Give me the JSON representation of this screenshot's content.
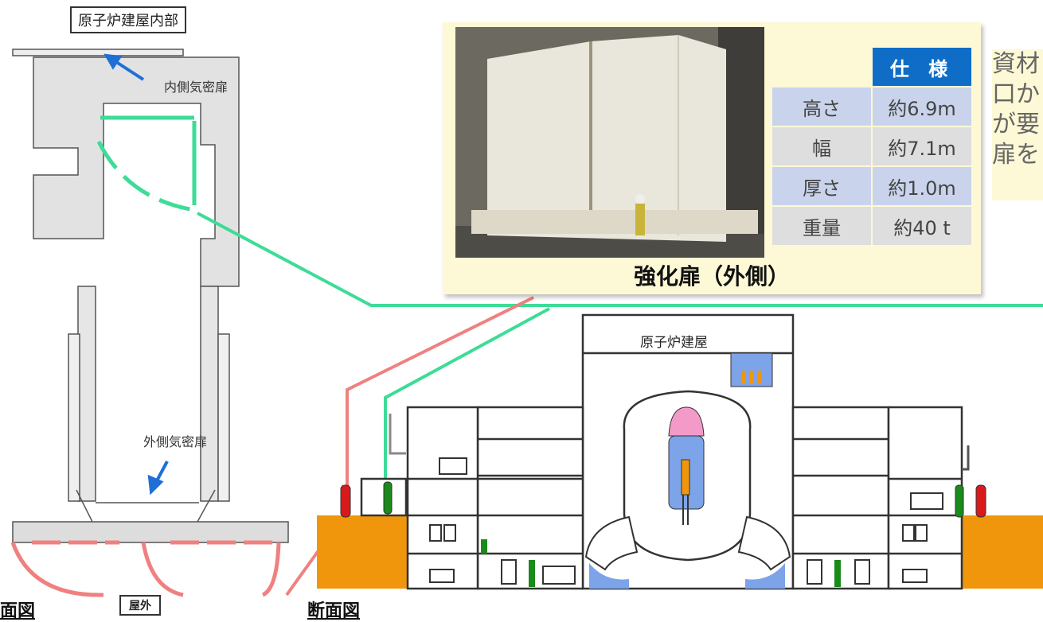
{
  "labels": {
    "reactor_building_interior": "原子炉建屋内部",
    "inner_airlock_door": "内側気密扉",
    "outer_airlock_door": "外側気密扉",
    "outside": "屋外",
    "reactor_building": "原子炉建屋",
    "plan_view": "面図",
    "section_view": "断面図"
  },
  "spec_panel": {
    "title": "強化扉（外側）",
    "header": "仕 様",
    "rows": [
      {
        "name": "高さ",
        "value": "約6.9m"
      },
      {
        "name": "幅",
        "value": "約7.1m"
      },
      {
        "name": "厚さ",
        "value": "約1.0m"
      },
      {
        "name": "重量",
        "value": "約40 t"
      }
    ]
  },
  "side_note": {
    "lines": [
      "資材",
      "口か",
      "が要",
      "扉を"
    ]
  },
  "colors": {
    "green": "#3ddc97",
    "red": "#f08080",
    "orange": "#f0960c",
    "spec_header": "#0f6dc8",
    "panel_bg": "#fdf9d6"
  }
}
